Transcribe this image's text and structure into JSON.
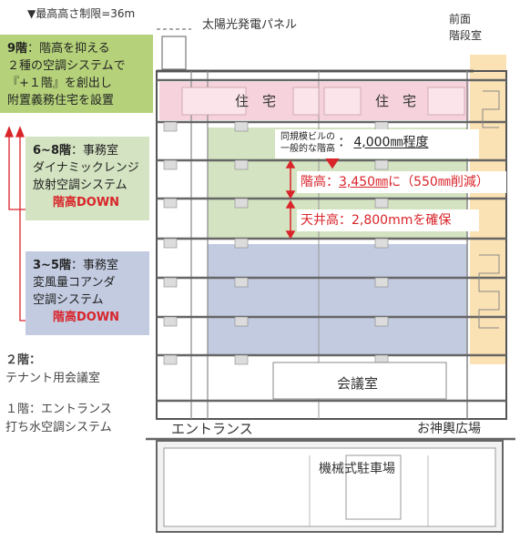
{
  "height_limit": "▼最高高さ制限=36m",
  "solar_panel": "太陽光発電パネル",
  "front_stair": {
    "line1": "前面",
    "line2": "階段室"
  },
  "floor9": {
    "floor": "9階",
    "sep": "：",
    "line1_rest": "階高を抑える",
    "line2": "２種の空調システムで",
    "line3": "『+１階』を創出し",
    "line4": "附置義務住宅を設置"
  },
  "floor6_8": {
    "floor": "6~8階",
    "sep": "：",
    "line1_rest": "事務室",
    "line2": "ダイナミックレンジ",
    "line3": "放射空調システム",
    "down": "階高DOWN"
  },
  "floor3_5": {
    "floor": "3~5階",
    "sep": "：",
    "line1_rest": "事務室",
    "line2": "変風量コアンダ",
    "line3": "空調システム",
    "down": "階高DOWN"
  },
  "floor2": {
    "line1": "２階：",
    "line2": "テナント用会議室"
  },
  "floor1": {
    "line1": "１階：エントランス",
    "line2": "打ち水空調システム"
  },
  "rooms": {
    "residence_left": "住　宅",
    "residence_right": "住　宅",
    "meeting": "会議室",
    "entrance": "エントランス",
    "plaza": "お神輿広場",
    "parking": "機械式駐車場"
  },
  "callout_typical": {
    "line1": "同規模ビルの",
    "line2": "一般的な階高",
    "sep": "：",
    "value": "4,000㎜程度"
  },
  "callout_height": {
    "prefix": "階高：",
    "value": "3,450㎜",
    "suffix": "に（550㎜削減）"
  },
  "callout_ceiling": {
    "text": "天井高：2,800mmを確保"
  },
  "colors": {
    "residence": "#f6d3dc",
    "office_68": "#d4e3c1",
    "office_35": "#c2cbe0",
    "stair": "#fbe2b4",
    "accent_red": "#d9242a",
    "label_green": "#b5d27a"
  }
}
